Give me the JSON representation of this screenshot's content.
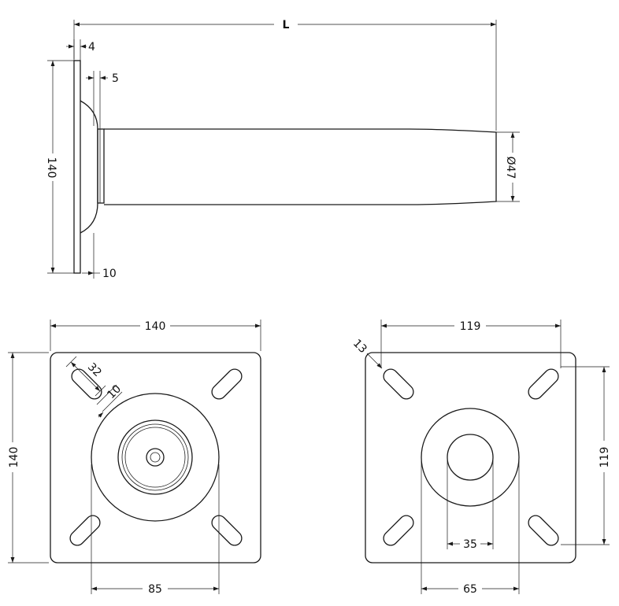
{
  "side_view": {
    "length": "L",
    "plate_thickness": "4",
    "flange_offset": "5",
    "plate_height": "140",
    "diameter": "Ø47",
    "flange_length": "10"
  },
  "front_view": {
    "width": "140",
    "height": "140",
    "slot_length": "32",
    "slot_width": "10",
    "hole_spacing": "85"
  },
  "back_view": {
    "hole_spacing_x": "119",
    "hole_spacing_y": "119",
    "hole_diameter": "13",
    "inner_diameter": "35",
    "outer_diameter": "65"
  },
  "colors": {
    "line": "#1a1a1a",
    "background": "#ffffff"
  }
}
